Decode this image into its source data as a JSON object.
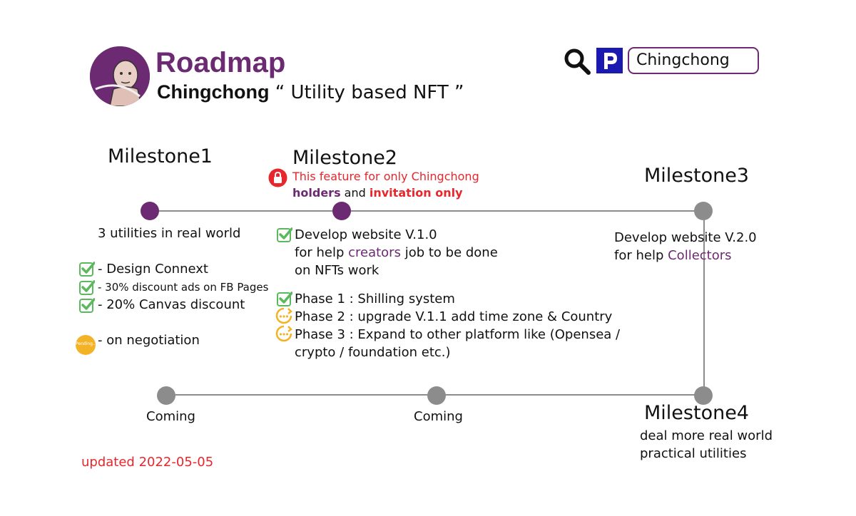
{
  "header": {
    "title": "Roadmap",
    "subtitle_brand": "Chingchong",
    "subtitle_rest": " “ Utility based NFT ”",
    "search_value": "Chingchong",
    "icons": [
      "search-icon",
      "p-app-icon"
    ]
  },
  "milestone1": {
    "title": "Milestone1",
    "summary": "3 utilities in real world",
    "items": [
      "- Design Connext",
      "- 30% discount ads on FB Pages",
      "- 20% Canvas discount"
    ],
    "pending_badge": "Pending...",
    "pending_text": "- on negotiation"
  },
  "milestone2": {
    "title": "Milestone2",
    "notice_line1": "This feature for only Chingchong",
    "notice_holders": "holders",
    "notice_and": " and ",
    "notice_invitation": "invitation only",
    "dev_line1": "Develop website V.1.0",
    "dev_line2_pre": "for help ",
    "dev_line2_creators": "creators",
    "dev_line2_post": " job to be done",
    "dev_line3": "on NFTs work",
    "phase1": "Phase 1 : Shilling system",
    "phase2": "Phase 2 : upgrade V.1.1 add time zone & Country",
    "phase3_line1": "Phase 3 : Expand to other platform like (Opensea /",
    "phase3_line2": "crypto / foundation etc.)"
  },
  "milestone3": {
    "title": "Milestone3",
    "line1": "Develop website V.2.0",
    "line2_pre": "for help ",
    "line2_collectors": "Collectors"
  },
  "milestone4": {
    "title": "Milestone4",
    "line1": "deal more real world",
    "line2": "practical utilities"
  },
  "coming": [
    "Coming",
    "Coming"
  ],
  "updated": "updated 2022-05-05",
  "colors": {
    "brand_purple": "#6b2a72",
    "alert_red": "#e8262c",
    "done_check_green": "#5cb85c",
    "pending_orange": "#f3b327",
    "todo_gray": "#8c8c8c",
    "p_icon_blue": "#1a1ab0"
  }
}
